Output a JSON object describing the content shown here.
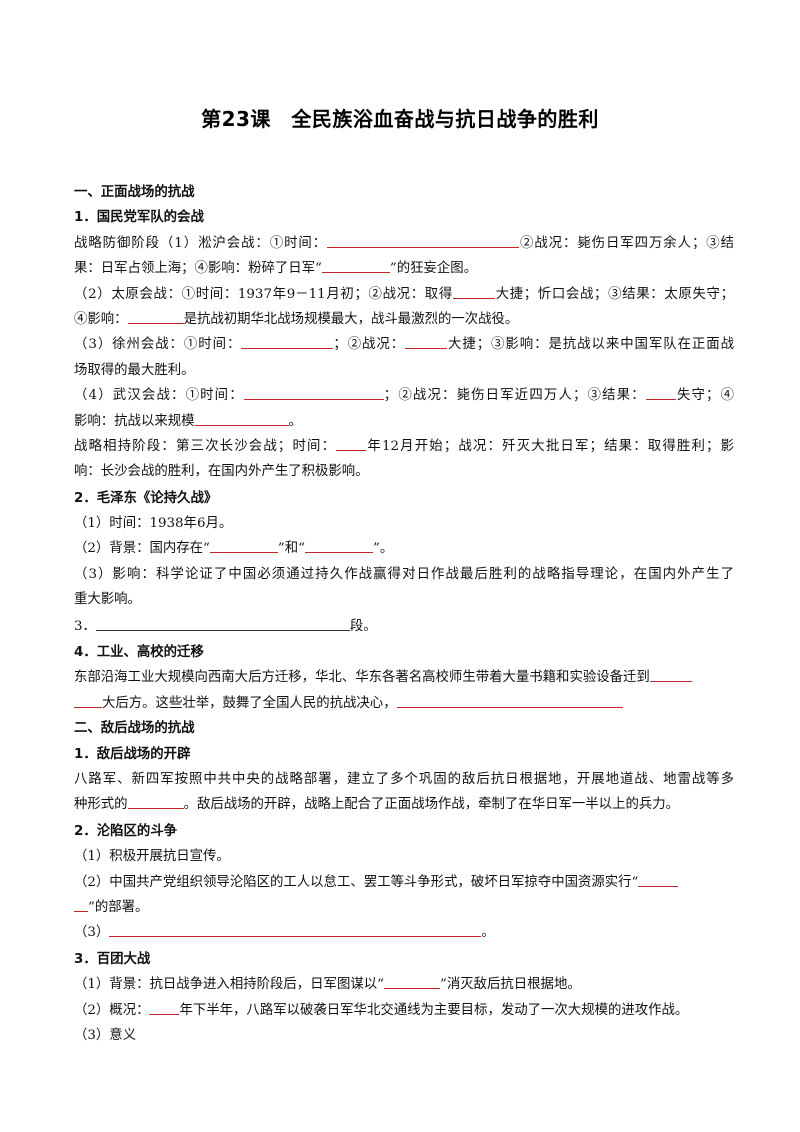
{
  "title": "第23课　全民族浴血奋战与抗日战争的胜利",
  "s1": {
    "heading": "一、正面战场的抗战",
    "sub1": "1．国民党军队的会战",
    "l1a": "战略防御阶段（1）淞沪会战：①时间：",
    "l1b": "②战况：毙伤日军四万余人；③结",
    "l2a": "果：日军占领上海；④影响：粉碎了日军“",
    "l2b": "”的狂妄企图。",
    "l3a": "（2）太原会战：①时间：1937年9－11月初；②战况：取得",
    "l3b": "大捷；忻口会战；③结果：太原失守；",
    "l4a": "④影响：",
    "l4b": "是抗战初期华北战场规模最大，战斗最激烈的一次战役。",
    "l5a": "（3）徐州会战：①时间：",
    "l5b": "；②战况：",
    "l5c": "大捷；③影响：是抗战以来中国军队在正面战",
    "l6": "场取得的最大胜利。",
    "l7a": "（4）武汉会战：①时间：",
    "l7b": "；②战况：毙伤日军近四万人；③结果：",
    "l7c": "失守；④",
    "l8a": "影响：抗战以来规模",
    "l8b": "。",
    "l9a": "战略相持阶段：第三次长沙会战；时间：",
    "l9b": "年12月开始；战况：歼灭大批日军；结果：取得胜利；影",
    "l10": "响：长沙会战的胜利，在国内外产生了积极影响。",
    "sub2": "2．毛泽东《论持久战》",
    "m1": "（1）时间：1938年6月。",
    "m2a": "（2）背景：国内存在“",
    "m2b": "”和“",
    "m2c": "”。",
    "m3": "（3）影响：科学论证了中国必须通过持久作战赢得对日作战最后胜利的战略指导理论，在国内外产生了",
    "m4": "重大影响。",
    "q3a": "3．",
    "q3b": "段。",
    "sub4": "4．工业、高校的迁移",
    "g1": "东部沿海工业大规模向西南大后方迁移，华北、华东各著名高校师生带着大量书籍和实验设备迁到",
    "g2": "大后方。这些壮举，鼓舞了全国人民的抗战决心，"
  },
  "s2": {
    "heading": "二、敌后战场的抗战",
    "sub1": "1．敌后战场的开辟",
    "e1": "八路军、新四军按照中共中央的战略部署，建立了多个巩固的敌后抗日根据地，开展地道战、地雷战等多",
    "e2a": "种形式的",
    "e2b": "。敌后战场的开辟，战略上配合了正面战场作战，牵制了在华日军一半以上的兵力。",
    "sub2": "2．沦陷区的斗争",
    "z1": "（1）积极开展抗日宣传。",
    "z2": "（2）中国共产党组织领导沦陷区的工人以怠工、罢工等斗争形式，破坏日军掠夺中国资源实行“",
    "z3": "”的部署。",
    "z4a": "（3）",
    "z4b": "。",
    "sub3": "3．百团大战",
    "b1a": "（1）背景：抗日战争进入相持阶段后，日军图谋以“",
    "b1b": "”消灭敌后抗日根据地。",
    "b2a": "（2）概况：",
    "b2b": "年下半年，八路军以破袭日军华北交通线为主要目标，发动了一次大规模的进攻作战。",
    "b3": "（3）意义"
  },
  "colors": {
    "blank_line": "#c8282d",
    "text": "#111111"
  }
}
